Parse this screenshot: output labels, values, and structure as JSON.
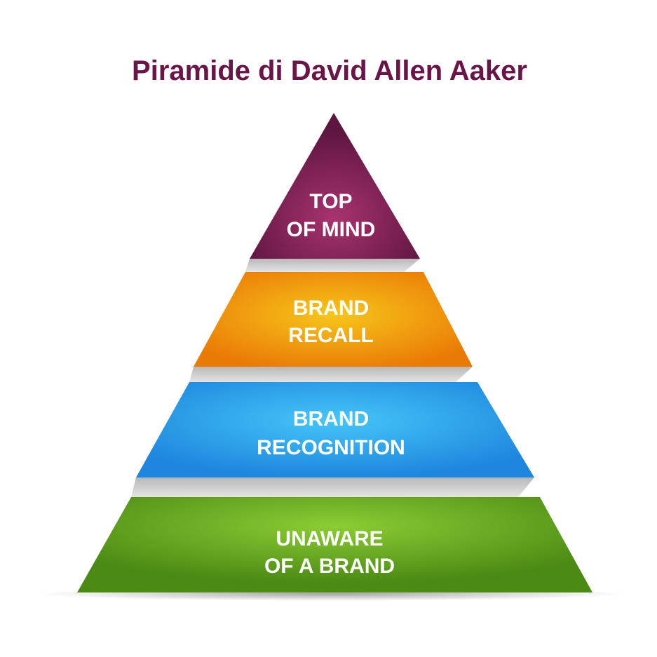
{
  "title": "Piramide di David Allen Aaker",
  "colors": {
    "title": "#6a1548",
    "label": "#ffffff",
    "separator": "#cfcfcf"
  },
  "tiers": [
    {
      "line1": "TOP",
      "line2": "OF MIND",
      "color_light": "#a8336f",
      "color_dark": "#5e1540"
    },
    {
      "line1": "BRAND",
      "line2": "RECALL",
      "color_light": "#f7c61a",
      "color_dark": "#ea7a06"
    },
    {
      "line1": "BRAND",
      "line2": "RECOGNITION",
      "color_light": "#46c6f8",
      "color_dark": "#1e86de"
    },
    {
      "line1": "UNAWARE",
      "line2": "OF A BRAND",
      "color_light": "#8ccc34",
      "color_dark": "#4b8a14"
    }
  ]
}
